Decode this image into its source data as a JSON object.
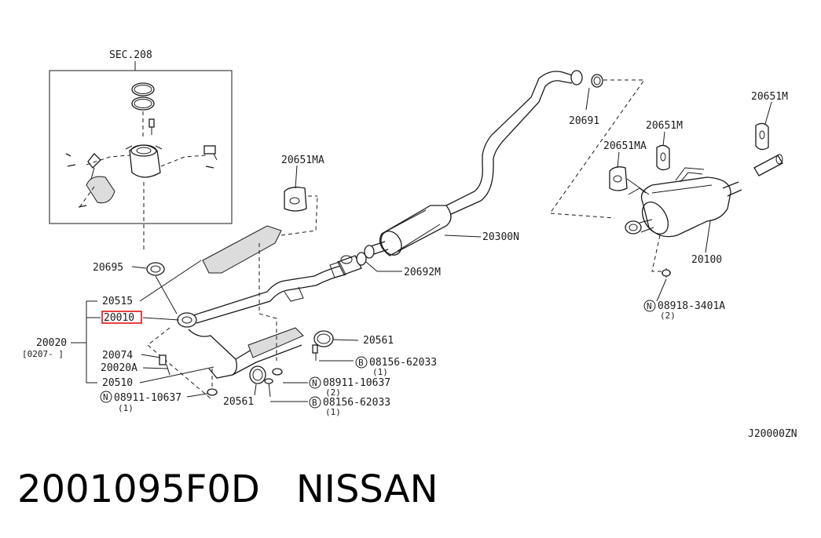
{
  "diagram": {
    "section_ref": "SEC.208",
    "drawing_code": "J20000ZN",
    "highlight_color": "#e00000",
    "callouts": {
      "p20695": "20695",
      "p20515": "20515",
      "p20010": "20010",
      "p20020": "20020",
      "p20020_date": "[0207-    ]",
      "p20074": "20074",
      "p20020A": "20020A",
      "p20510": "20510",
      "n08911_left": "08911-10637",
      "n08911_left_qty": "(1)",
      "p20561_bottom": "20561",
      "p20651MA_left": "20651MA",
      "p20561_right": "20561",
      "b08156_a": "08156-62033",
      "b08156_a_qty": "(1)",
      "n08911_right": "08911-10637",
      "n08911_right_qty": "(2)",
      "b08156_b": "08156-62033",
      "b08156_b_qty": "(1)",
      "p20300N": "20300N",
      "p20692M": "20692M",
      "p20691": "20691",
      "p20651M_top": "20651M",
      "p20651M_mid": "20651M",
      "p20651MA_right": "20651MA",
      "p20100": "20100",
      "n08918": "08918-3401A",
      "n08918_qty": "(2)"
    },
    "prefix_n": "N",
    "prefix_b": "B"
  },
  "footer": {
    "part_number": "2001095F0D",
    "brand": "NISSAN"
  }
}
